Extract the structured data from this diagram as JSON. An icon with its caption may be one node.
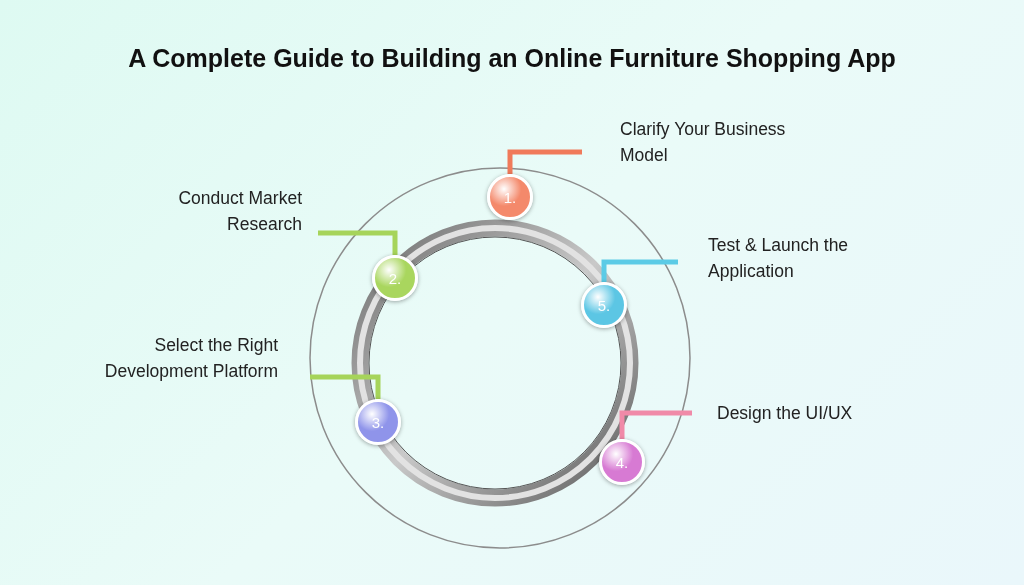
{
  "diagram": {
    "title": "A Complete Guide to Building an Online Furniture Shopping App",
    "nodes": [
      {
        "text": [
          "Clarify Your Business Model"
        ]
      },
      {
        "text": [
          "1."
        ]
      },
      {
        "text": [
          "Conduct Market Research"
        ]
      },
      {
        "text": [
          "2."
        ]
      },
      {
        "text": [
          "Test & Launch the Application"
        ]
      },
      {
        "text": [
          "5."
        ]
      },
      {
        "text": [
          "Select the Right Development Platform"
        ]
      },
      {
        "text": [
          "3."
        ]
      },
      {
        "text": [
          "Design the UI/UX"
        ]
      },
      {
        "text": [
          "4."
        ]
      }
    ],
    "edges": [
      {
        "from": 0,
        "to": 1,
        "arrow": "none",
        "color": "#f07a5a"
      },
      {
        "from": 2,
        "to": 3,
        "arrow": "none",
        "color": "#a6d45a"
      },
      {
        "from": 4,
        "to": 5,
        "arrow": "none",
        "color": "#5ccbe6"
      },
      {
        "from": 6,
        "to": 7,
        "arrow": "none",
        "color": "#a6d45a"
      },
      {
        "from": 8,
        "to": 9,
        "arrow": "none",
        "color": "#f08aa8"
      }
    ]
  }
}
